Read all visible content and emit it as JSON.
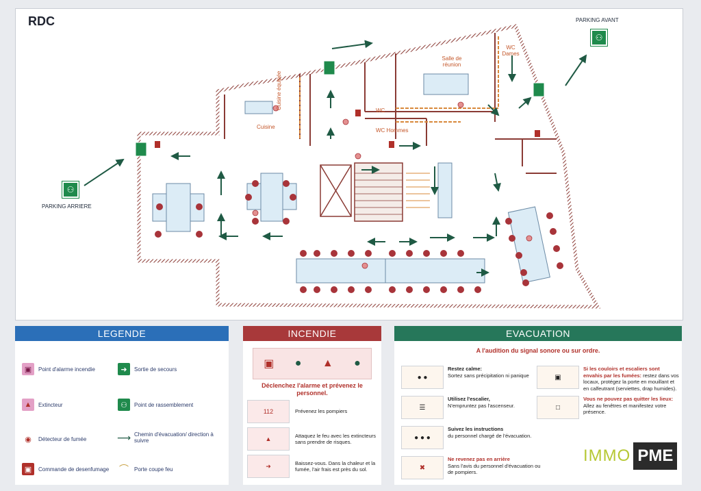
{
  "plan": {
    "floor_label": "RDC",
    "parking_front": "PARKING AVANT",
    "parking_rear": "PARKING ARRIERE",
    "rooms": {
      "meeting": "Salle de réunion",
      "wc_dames": "WC Dames",
      "wc": "WC",
      "wc_hommes": "WC Hommes",
      "kitchen": "Cuisine",
      "equipped_kitchen": "Cuisine équipée"
    }
  },
  "legende": {
    "header": "LEGENDE",
    "items": [
      {
        "icon": "fire-alarm-point-icon",
        "label": "Point d'alarme incendie"
      },
      {
        "icon": "emergency-exit-icon",
        "label": "Sortie de secours"
      },
      {
        "icon": "extinguisher-icon",
        "label": "Extincteur"
      },
      {
        "icon": "assembly-point-icon",
        "label": "Point de rassemblement"
      },
      {
        "icon": "smoke-detector-icon",
        "label": "Détecteur de fumée"
      },
      {
        "icon": "evacuation-arrow-icon",
        "label": "Chemin d'évacuation/ direction à suivre"
      },
      {
        "icon": "smoke-control-icon",
        "label": "Commande de desenfumage"
      },
      {
        "icon": "fire-door-icon",
        "label": "Porte coupe feu"
      }
    ]
  },
  "incendie": {
    "header": "INCENDIE",
    "title": "Déclenchez l'alarme et prévenez le personnel.",
    "steps": [
      {
        "pic": "112",
        "text": "Prévenez les pompiers"
      },
      {
        "pic": "",
        "text": "Attaquez le feu avec les extincteurs sans prendre de risques."
      },
      {
        "pic": "",
        "text": "Baissez-vous. Dans la chaleur et la fumée, l'air frais est près du sol."
      }
    ]
  },
  "evacuation": {
    "header": "EVACUATION",
    "title": "A l'audition du signal sonore ou sur ordre.",
    "left": [
      {
        "heading": "Restez calme:",
        "text": "Sortez sans précipitation ni panique"
      },
      {
        "heading": "Utilisez l'escalier,",
        "text": "N'empruntez pas l'ascenseur."
      },
      {
        "heading": "Suivez les instructions",
        "text": "du personnel chargé de l'évacuation."
      },
      {
        "heading": "Ne revenez pas en arrière",
        "text": "Sans l'avis du personnel d'évacuation ou de pompiers."
      }
    ],
    "right": [
      {
        "heading": "Si les couloirs et escaliers sont envahis par les fumées:",
        "text": "restez dans vos locaux, protégez la porte en mouillant et en calfeutrant (serviettes, drap humides)."
      },
      {
        "heading": "Vous ne pouvez pas quitter les lieux:",
        "text": "Allez au fenêtres et manifestez votre présence."
      }
    ]
  },
  "brand": {
    "part1": "IMMO",
    "part2": "PME",
    "colors": {
      "green": "#b6c834",
      "dark": "#2b2b2b"
    }
  }
}
